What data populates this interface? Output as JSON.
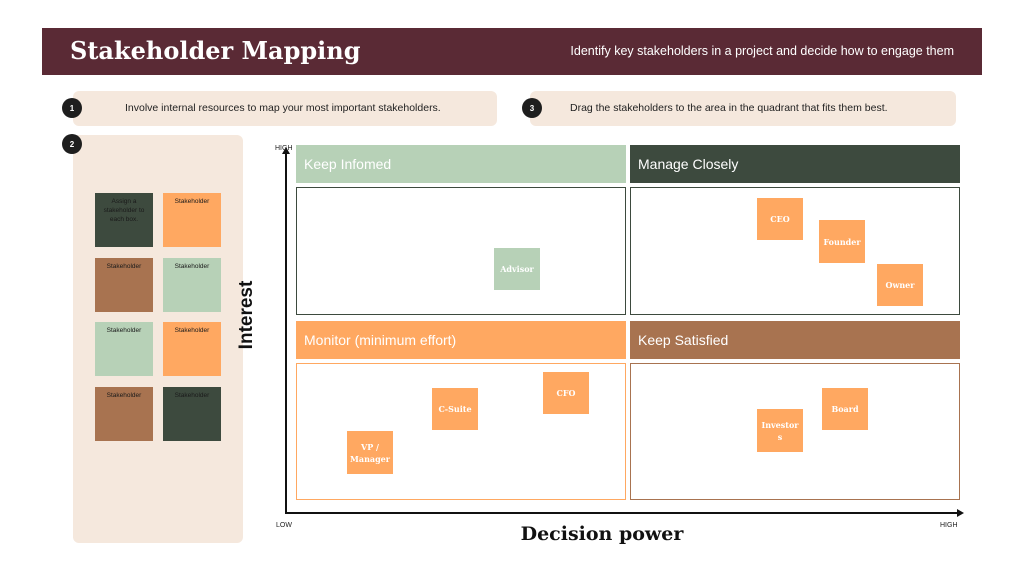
{
  "header": {
    "title": "Stakeholder Mapping",
    "subtitle": "Identify key stakeholders in a project and decide how to engage them"
  },
  "steps": [
    {
      "number": "1",
      "text": "Involve internal resources to map your most important stakeholders."
    },
    {
      "number": "2",
      "text": ""
    },
    {
      "number": "3",
      "text": "Drag the stakeholders to the area in the quadrant that fits them best."
    }
  ],
  "notes": [
    {
      "text": "Assign a stakeholder to each box.",
      "color": "#3d4a3e"
    },
    {
      "text": "Stakeholder",
      "color": "#ffa861"
    },
    {
      "text": "Stakeholder",
      "color": "#a87350"
    },
    {
      "text": "Stakeholder",
      "color": "#b7d1b7"
    },
    {
      "text": "Stakeholder",
      "color": "#b7d1b7"
    },
    {
      "text": "Stakeholder",
      "color": "#ffa861"
    },
    {
      "text": "Stakeholder",
      "color": "#a87350"
    },
    {
      "text": "Stakeholder",
      "color": "#3d4a3e"
    }
  ],
  "axes": {
    "y_title": "Interest",
    "x_title": "Decision power",
    "y_high": "HIGH",
    "x_low": "LOW",
    "x_high": "HIGH"
  },
  "quadrants": [
    {
      "title": "Keep Infomed",
      "header_color": "#b7d1b7",
      "text_color": "#ffffff",
      "border_color": "#3d4a3e"
    },
    {
      "title": "Manage Closely",
      "header_color": "#3d4a3e",
      "text_color": "#ffffff",
      "border_color": "#3d4a3e"
    },
    {
      "title": "Monitor (minimum effort)",
      "header_color": "#ffa861",
      "text_color": "#ffffff",
      "border_color": "#ffa861"
    },
    {
      "title": "Keep Satisfied",
      "header_color": "#a87350",
      "text_color": "#ffffff",
      "border_color": "#a87350"
    }
  ],
  "cards": [
    {
      "label": "Advisor",
      "color": "#b7d1b7"
    },
    {
      "label": "CEO",
      "color": "#ffa861"
    },
    {
      "label": "Founder",
      "color": "#ffa861"
    },
    {
      "label": "Owner",
      "color": "#ffa861"
    },
    {
      "label": "CFO",
      "color": "#ffa861"
    },
    {
      "label": "C-Suite",
      "color": "#ffa861"
    },
    {
      "label": "VP / Manager",
      "color": "#ffa861"
    },
    {
      "label": "Investors",
      "color": "#ffa861"
    },
    {
      "label": "Board",
      "color": "#ffa861"
    }
  ]
}
